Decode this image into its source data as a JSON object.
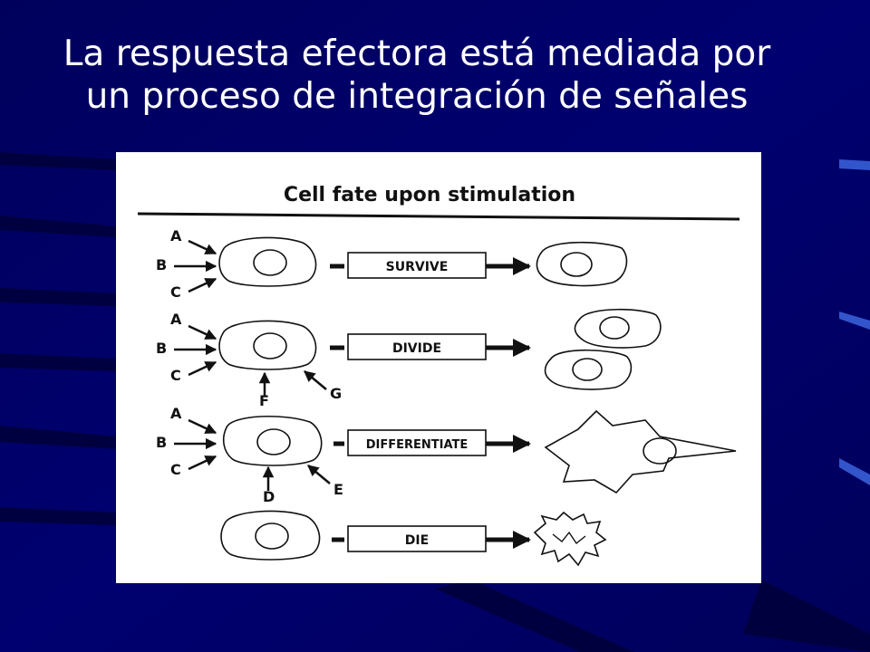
{
  "slide": {
    "title_line1": "La respuesta efectora está mediada por",
    "title_line2": "un proceso de integración de señales"
  },
  "diagram": {
    "heading": "Cell fate upon stimulation",
    "rows": [
      {
        "fate": "SURVIVE",
        "inputs": [
          "A",
          "B",
          "C"
        ],
        "extra": []
      },
      {
        "fate": "DIVIDE",
        "inputs": [
          "A",
          "B",
          "C"
        ],
        "extra": [
          "F",
          "G"
        ]
      },
      {
        "fate": "DIFFERENTIATE",
        "inputs": [
          "A",
          "B",
          "C"
        ],
        "extra": [
          "D",
          "E"
        ]
      },
      {
        "fate": "DIE",
        "inputs": [],
        "extra": []
      }
    ]
  },
  "colors": {
    "background": "#000066",
    "title_text": "#ffffff",
    "panel": "#ffffff",
    "ink": "#111111"
  }
}
